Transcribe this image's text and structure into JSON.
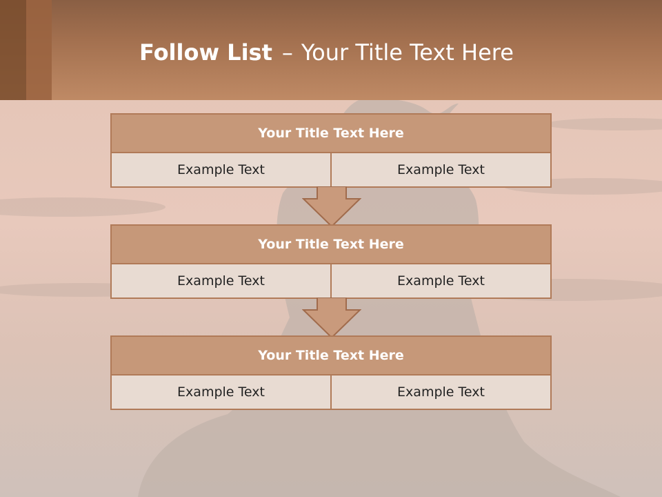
{
  "slide": {
    "title_bold": "Follow List",
    "title_dash": "–",
    "title_rest": "Your Title Text Here"
  },
  "boxes": [
    {
      "title": "Your Title Text Here",
      "left": "Example Text",
      "right": "Example Text"
    },
    {
      "title": "Your Title Text Here",
      "left": "Example Text",
      "right": "Example Text"
    },
    {
      "title": "Your Title Text Here",
      "left": "Example Text",
      "right": "Example Text"
    }
  ],
  "colors": {
    "header": "#a3704f",
    "box_header": "#c69879",
    "box_border": "#b07a58",
    "cell_fill": "#e8dbd2",
    "arrow_fill": "#c99a7c"
  }
}
